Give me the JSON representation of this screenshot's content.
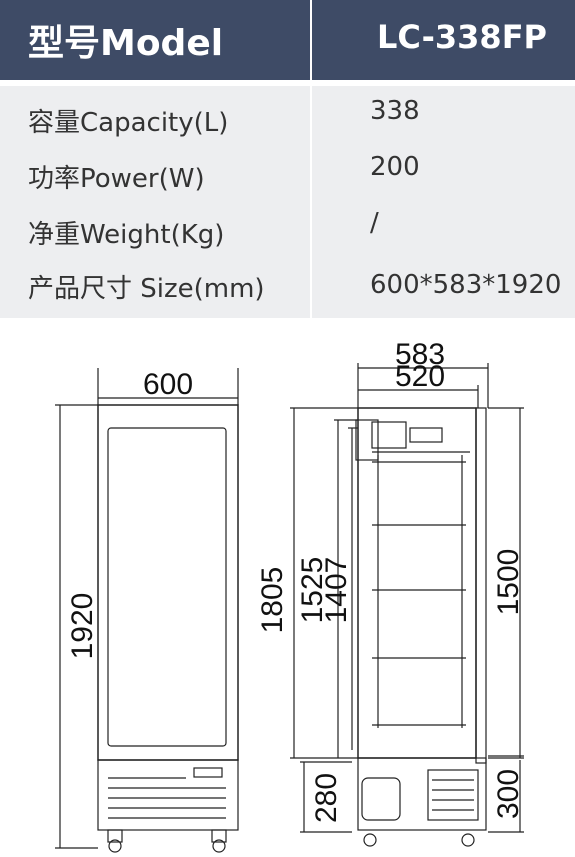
{
  "header": {
    "label": "型号Model",
    "model": "LC-338FP"
  },
  "specs": [
    {
      "label": "容量Capacity(L)",
      "value": "338"
    },
    {
      "label": "功率Power(W)",
      "value": "200"
    },
    {
      "label": "净重Weight(Kg)",
      "value": "/"
    },
    {
      "label": "产品尺寸 Size(mm)",
      "value": "600*583*1920"
    }
  ],
  "dimensions": {
    "front_width": "600",
    "front_height": "1920",
    "side_depth_total": "583",
    "side_depth_inner": "520",
    "side_height_1805": "1805",
    "side_height_1525": "1525",
    "side_height_1407": "1407",
    "side_height_1500": "1500",
    "base_280": "280",
    "base_300": "300"
  }
}
